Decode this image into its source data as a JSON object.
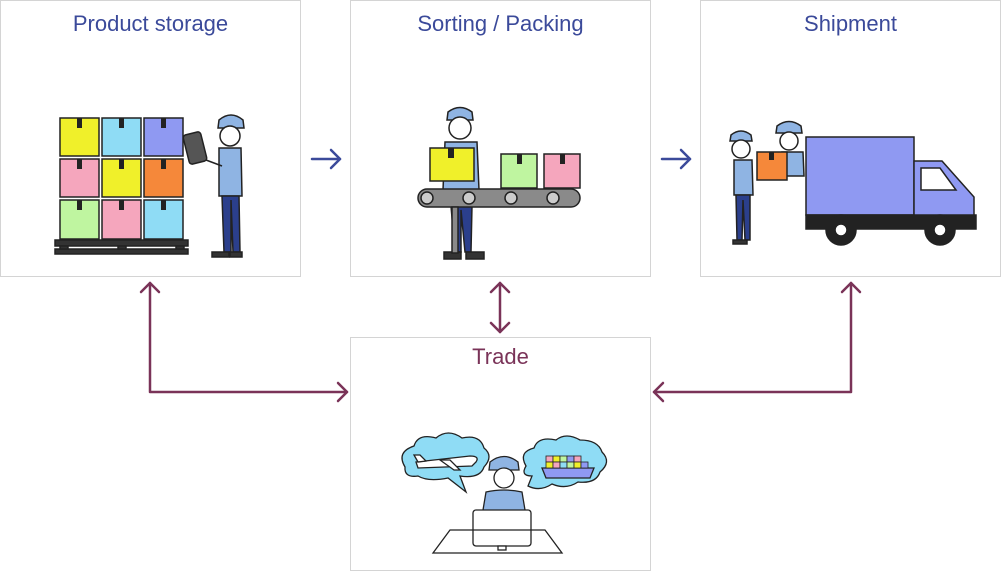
{
  "panels": {
    "storage": {
      "title": "Product storage"
    },
    "sorting": {
      "title": "Sorting / Packing"
    },
    "shipment": {
      "title": "Shipment"
    },
    "trade": {
      "title": "Trade"
    }
  },
  "colors": {
    "title_blue": "#3b4a9a",
    "title_purple": "#7a3358",
    "flow_arrow": "#3b4a9a",
    "exchange_arrow": "#7a3358",
    "worker_blue": "#8fb4e3",
    "truck_body": "#8f99f2",
    "box_yellow": "#f0f02a",
    "box_cyan": "#8fdcf5",
    "box_periwinkle": "#8f99f2",
    "box_pink": "#f5a6bd",
    "box_orange": "#f5883a",
    "box_green": "#bff5a0"
  },
  "icons": {
    "flow_arrow": "right-arrow-icon",
    "exchange_arrow": "double-headed-arrow-icon",
    "worker": "warehouse-worker-illustration",
    "truck": "delivery-truck-illustration",
    "airplane": "airplane-icon",
    "ship": "cargo-ship-icon",
    "computer": "computer-monitor-icon"
  }
}
